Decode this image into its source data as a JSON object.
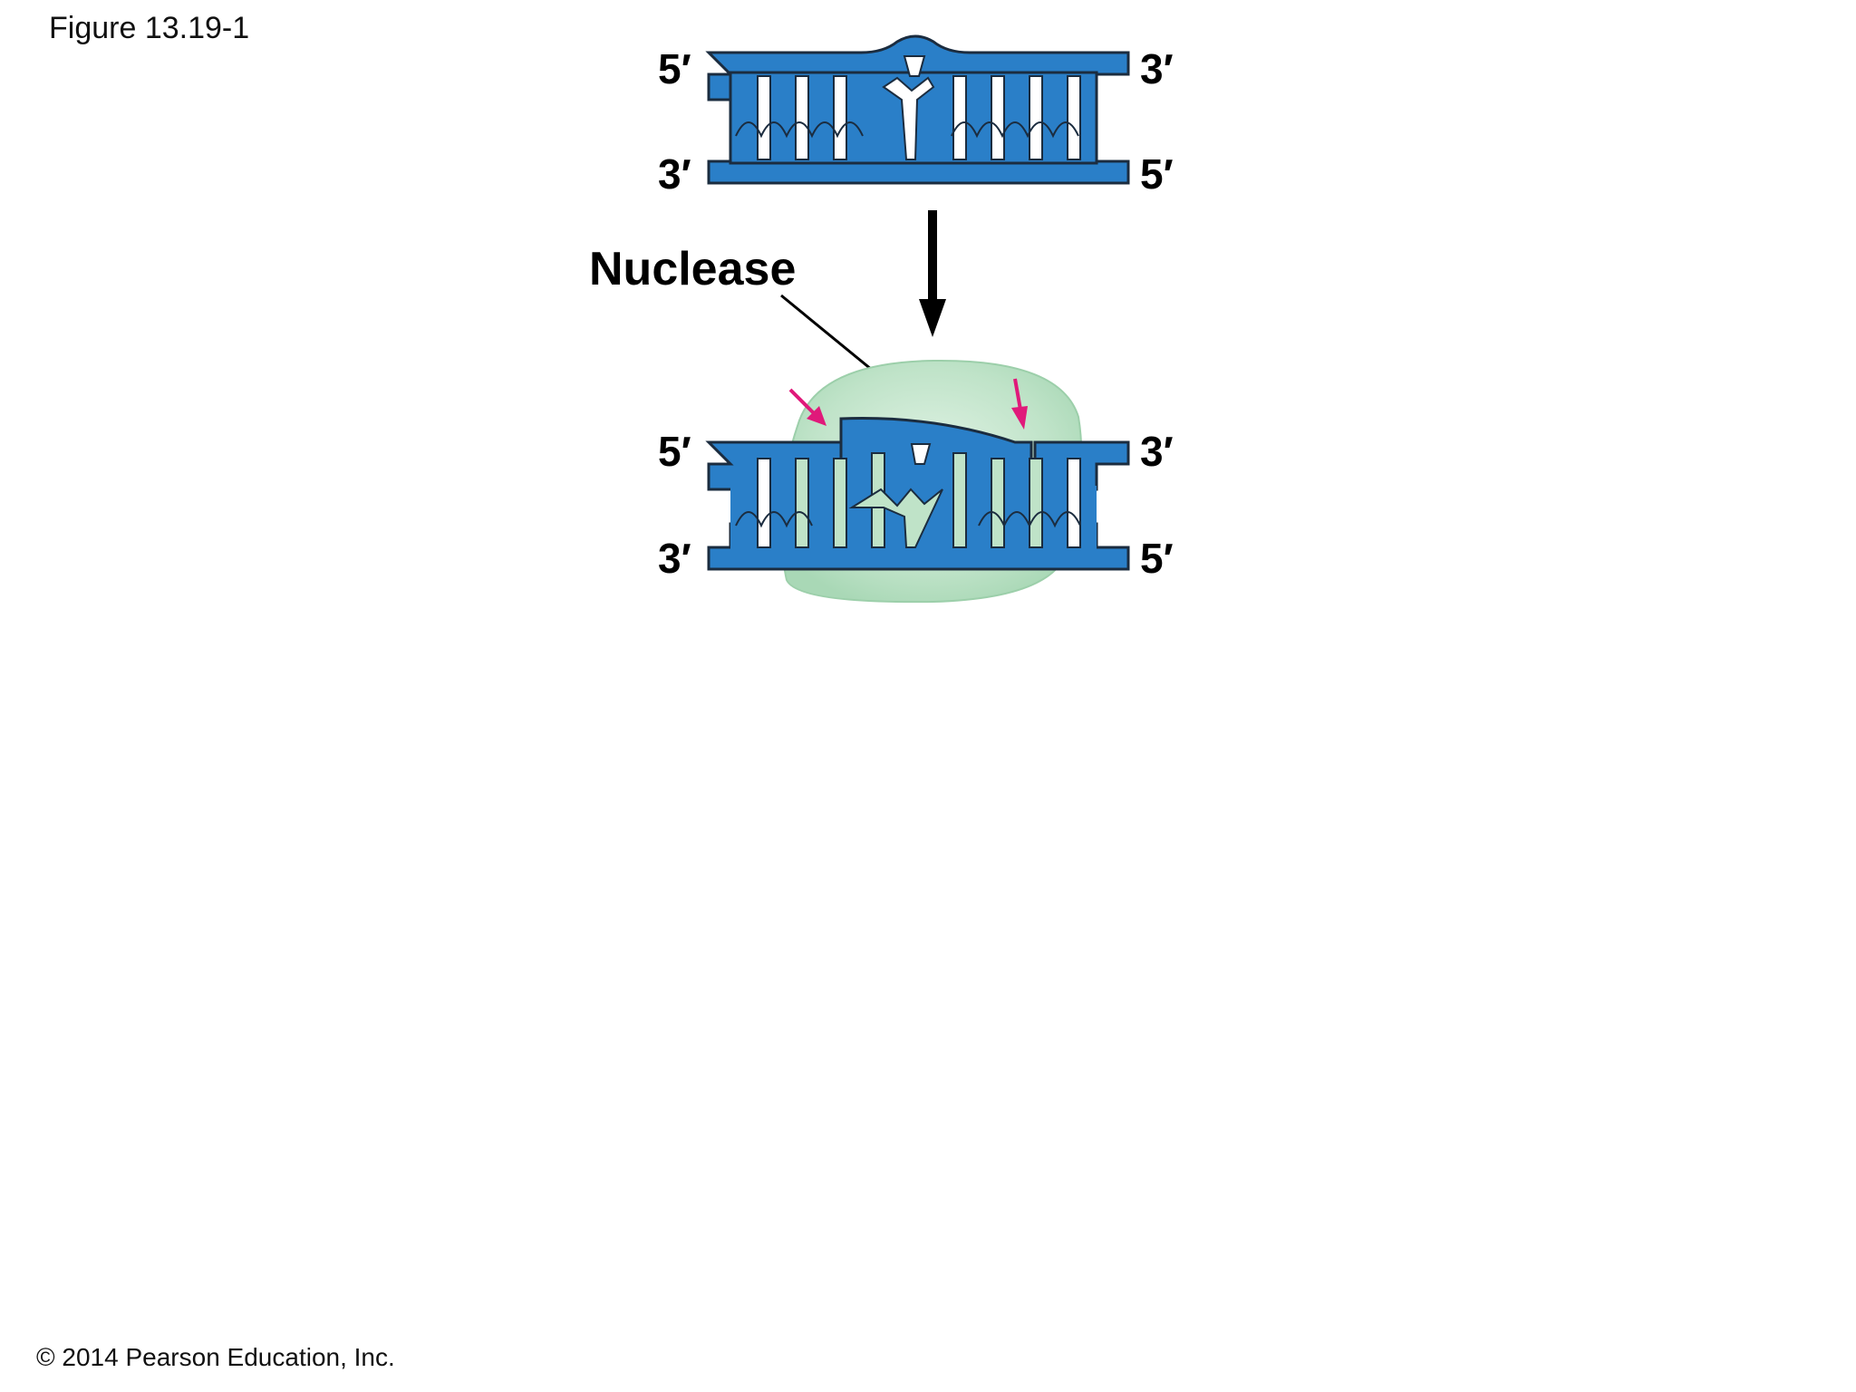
{
  "figure_label": "Figure 13.19-1",
  "copyright": "© 2014 Pearson Education, Inc.",
  "diagram": {
    "nuclease_label": "Nuclease",
    "top_dna": {
      "left_top_end": "5′",
      "left_bottom_end": "3′",
      "right_top_end": "3′",
      "right_bottom_end": "5′"
    },
    "bottom_dna": {
      "left_top_end": "5′",
      "left_bottom_end": "3′",
      "right_top_end": "3′",
      "right_bottom_end": "5′"
    }
  },
  "colors": {
    "dna_strand": "#2a7fc8",
    "dna_outline": "#1b2c3f",
    "nuclease_blob": "#bfe3c8",
    "cut_arrows": "#e0197a",
    "process_arrow": "#000000"
  }
}
